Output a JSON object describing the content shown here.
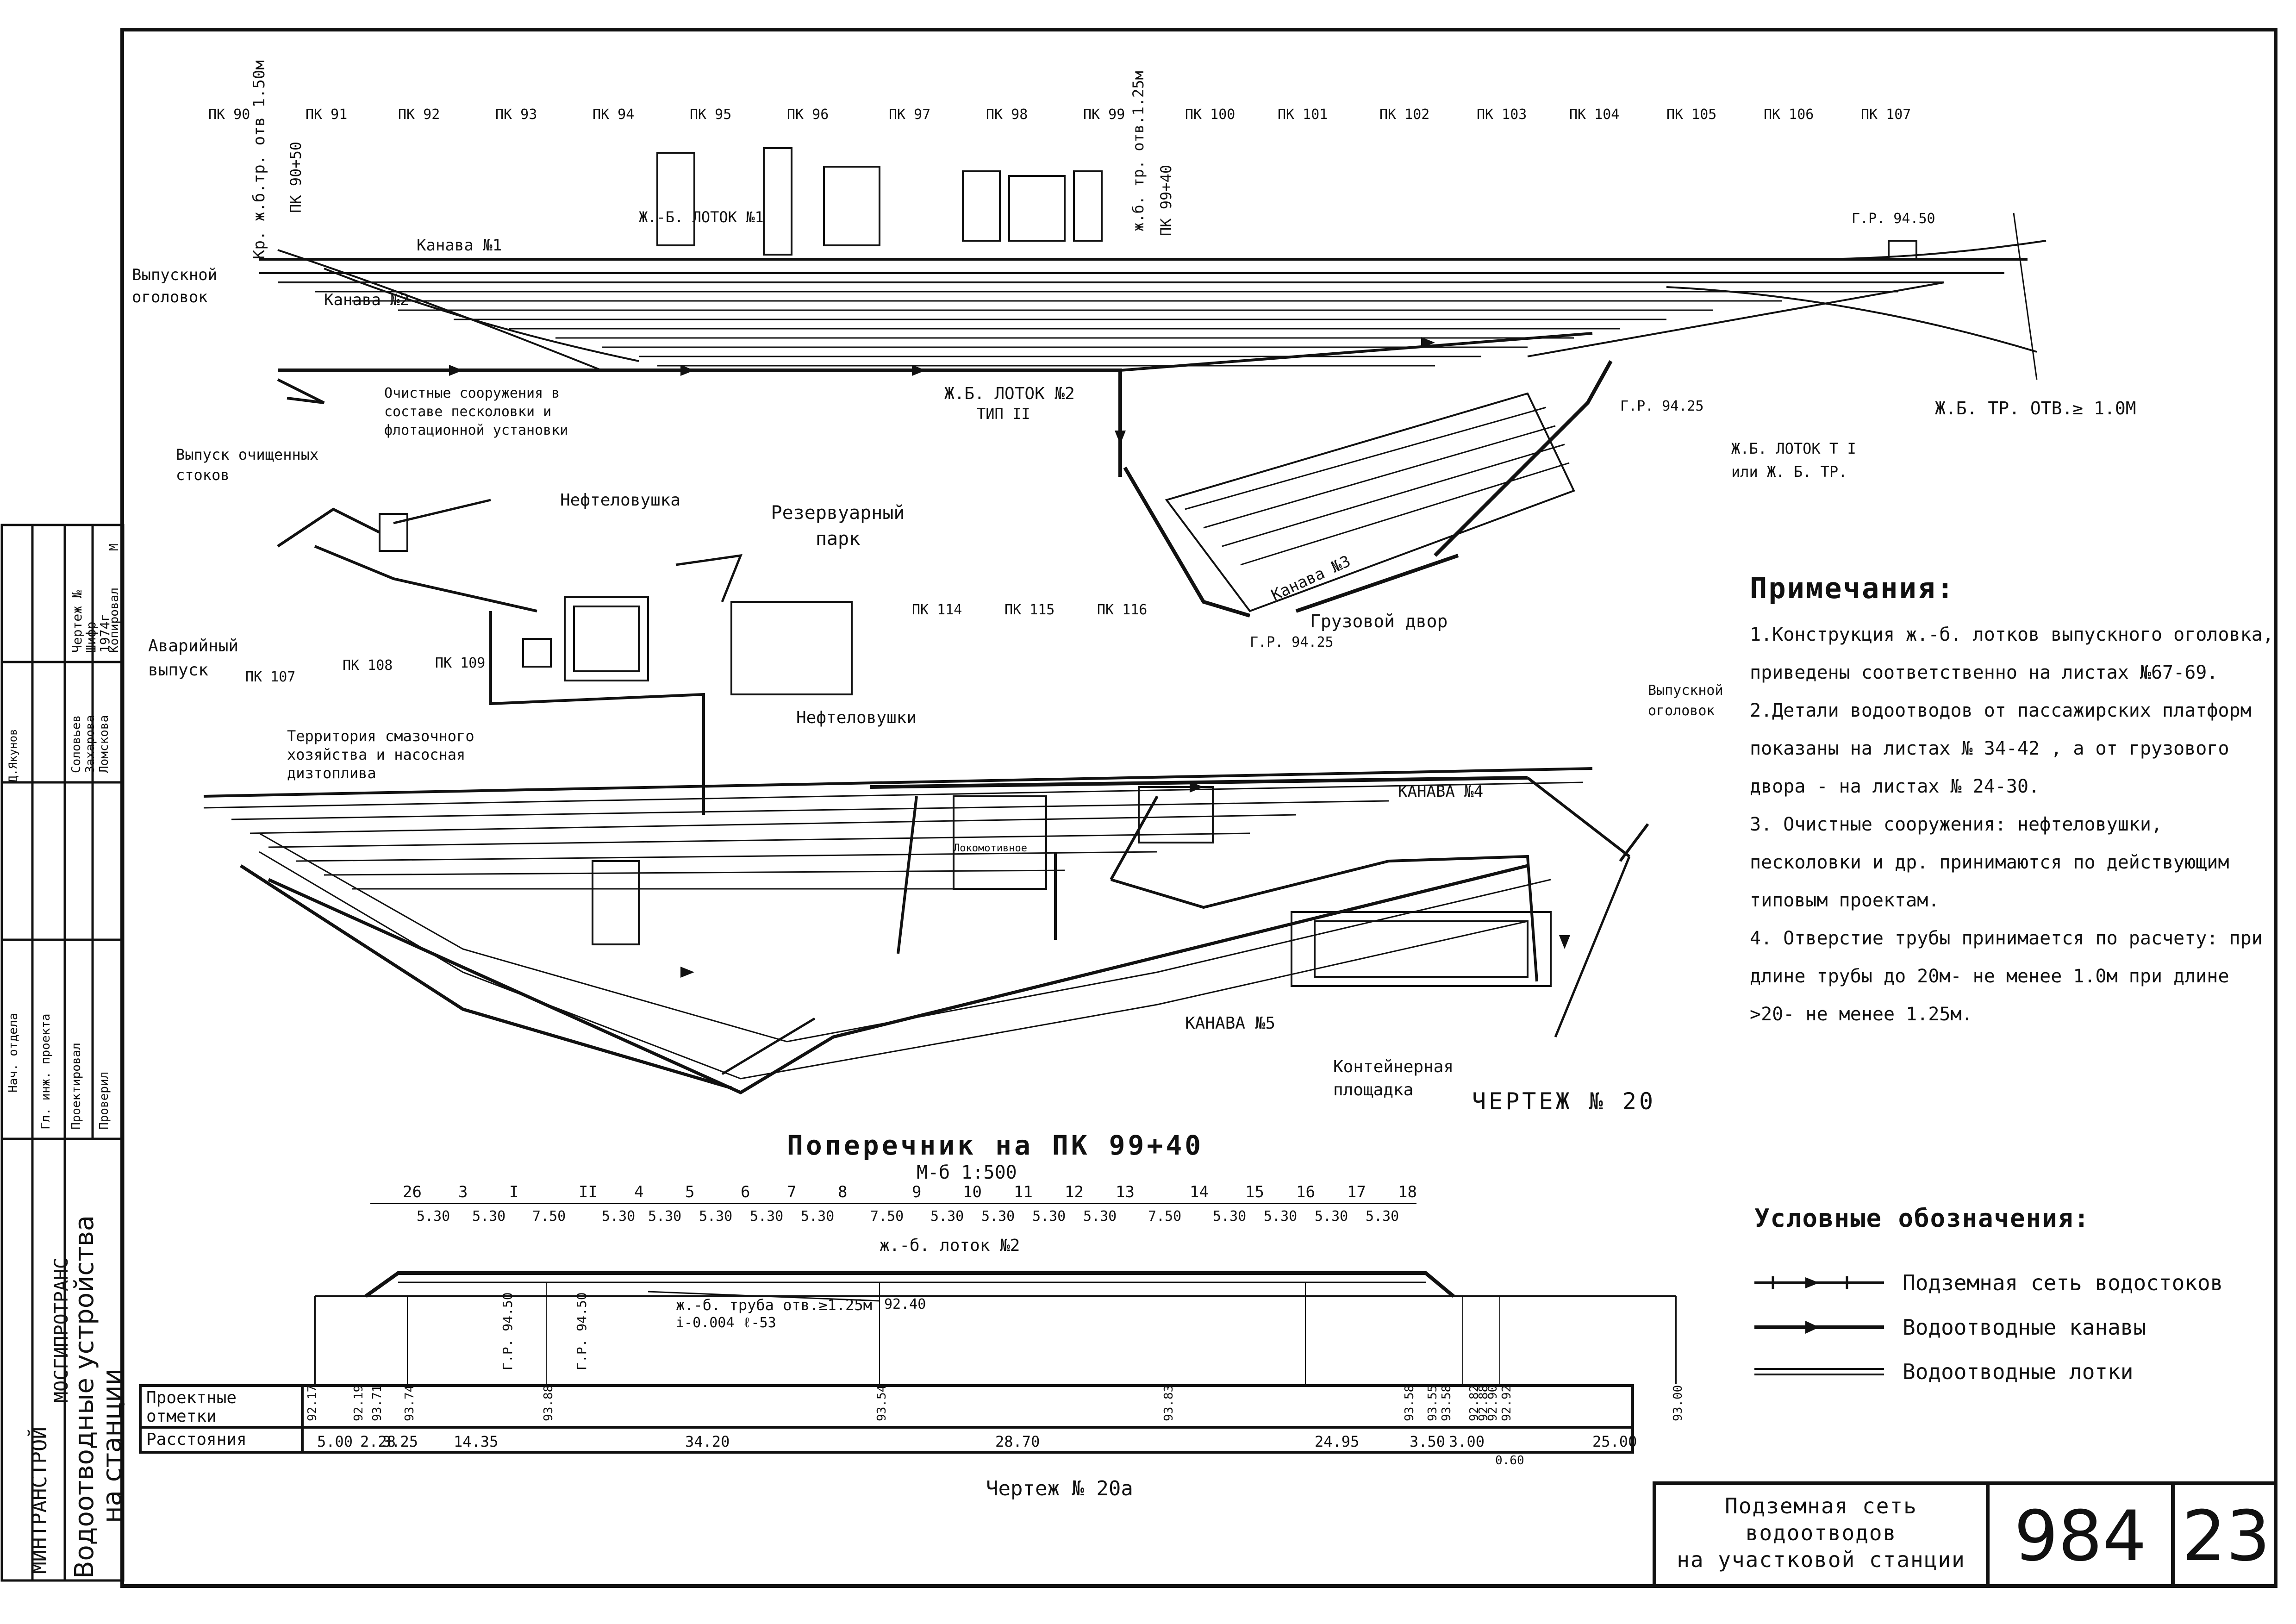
{
  "plan": {
    "pk_top": [
      "ПК 90",
      "ПК 91",
      "ПК 92",
      "ПК 93",
      "ПК 94",
      "ПК 95",
      "ПК 96",
      "ПК 97",
      "ПК 98",
      "ПК 99",
      "ПК 100",
      "ПК 101",
      "ПК 102",
      "ПК 103",
      "ПК 104",
      "ПК 105",
      "ПК 106",
      "ПК 107"
    ],
    "pk_bottom": [
      "ПК 107",
      "ПК 108",
      "ПК 109",
      "ПК 114",
      "ПК 115",
      "ПК 116"
    ],
    "labels": {
      "kr_pipe": "Кр. ж.б.тр. отв 1.50м",
      "pk_90_50": "ПК 90+50",
      "pipe_99": "ж.б. тр. отв.1.25м",
      "pk_99_40": "ПК 99+40",
      "kanava_1": "Канава №1",
      "kanava_2": "Канава №2",
      "kanava_3": "Канава №3",
      "kanava_4": "КАНАВА №4",
      "kanava_5": "КАНАВА №5",
      "outlet_top": "Выпускной оголовок",
      "outlet_right": "Выпускной оголовок",
      "lotok_1": "Ж.-Б. ЛОТОК №1",
      "lotok_2": "Ж.Б. ЛОТОК №2",
      "lotok_2_type": "ТИП II",
      "lotok_t1": "Ж.Б. ЛОТОК Т I",
      "lotok_t1b": "или Ж. Б. ТР.",
      "pipe_right": "Ж.Б. ТР. ОТВ.≥ 1.0М",
      "gr_top": "Г.Р. 94.50",
      "gr_2": "Г.Р. 94.25",
      "gr_3": "Г.Р. 94.25",
      "treatment": "Очистные сооружения в составе песколовки и флотационной установки",
      "discharge": "Выпуск очищенных стоков",
      "oil_trap": "Нефтеловушка",
      "oil_traps": "Нефтеловушки",
      "reservoir": "Резервуарный парк",
      "emergency": "Аварийный выпуск",
      "territory": "Территория смазочного хозяйства и насосная дизтоплива",
      "cargo": "Грузовой двор",
      "container": "Контейнерная площадка",
      "depot": "Локомотивное",
      "drawing_no": "ЧЕРТЕЖ № 20"
    }
  },
  "notes": {
    "title": "Примечания:",
    "items": [
      "1.Конструкция ж.-б. лотков выпускного оголовка, приведены соответственно на листах №67-69.",
      "2.Детали водоотводов от пассажирских платформ показаны на листах № 34-42 , а от грузового двора - на листах № 24-30.",
      "3. Очистные сооружения: нефтеловушки, песколовки и др. принимаются по действующим типовым проектам.",
      "4. Отверстие трубы принимается по расчету: при длине трубы до 20м- не менее 1.0м при длине >20- не менее 1.25м."
    ]
  },
  "section": {
    "title": "Поперечник на ПК 99+40",
    "scale": "М-б 1:500",
    "track_numbers": [
      "26",
      "3",
      "I",
      "II",
      "4",
      "5",
      "6",
      "7",
      "8",
      "9",
      "10",
      "11",
      "12",
      "13",
      "14",
      "15",
      "16",
      "17",
      "18"
    ],
    "spacings": [
      "5.30",
      "5.30",
      "7.50",
      "5.30",
      "5.30",
      "5.30",
      "5.30",
      "5.30",
      "7.50",
      "5.30",
      "5.30",
      "5.30",
      "5.30",
      "7.50",
      "5.30",
      "5.30",
      "5.30",
      "5.30"
    ],
    "lotok": "ж.-б. лоток №2",
    "pipe": "ж.-б. труба отв.≥1.25м",
    "pipe_params": "i-0.004  ℓ-53",
    "pipe_elev": "92.40",
    "gr_left": "Г.Р. 94.50",
    "gr_right": "Г.Р. 94.50",
    "row_elev_label": "Проектные отметки",
    "row_dist_label": "Расстояния",
    "elevations": [
      "92.17",
      "92.19",
      "93.71",
      "93.74",
      "93.88",
      "93.54",
      "93.83",
      "93.58",
      "93.55",
      "93.58",
      "92.82",
      "92.88",
      "92.90",
      "92.92",
      "93.00"
    ],
    "distances": [
      "5.00",
      "2.28",
      "3.25",
      "14.35",
      "34.20",
      "28.70",
      "24.95",
      "3.50",
      "3.00",
      "25.00"
    ],
    "extra": "0.60",
    "drawing_no": "Чертеж № 20а"
  },
  "legend": {
    "title": "Условные обозначения:",
    "items": [
      "Подземная сеть водостоков",
      "Водоотводные канавы",
      "Водоотводные лотки"
    ]
  },
  "title_block": {
    "title_lines": [
      "Подземная сеть",
      "водоотводов",
      "на участковой станции"
    ],
    "number": "984",
    "sheet": "23"
  },
  "stamp": {
    "org1": "МИНТРАНСТРОЙ",
    "org2": "МОСГИПРОТРАНС",
    "subject": "Водоотводные устройства",
    "subject2": "на станции",
    "roles": [
      "Нач. отдела",
      "Гл. инж. проекта",
      "Проектировал",
      "Проверил"
    ],
    "names": [
      "Д.Якунов",
      "Соловьев",
      "Захарова",
      "Ломскова"
    ],
    "drawing": "Чертеж №",
    "cipher": "Шифр",
    "year": "1974г",
    "copied": "Копировал",
    "scale": "М"
  }
}
